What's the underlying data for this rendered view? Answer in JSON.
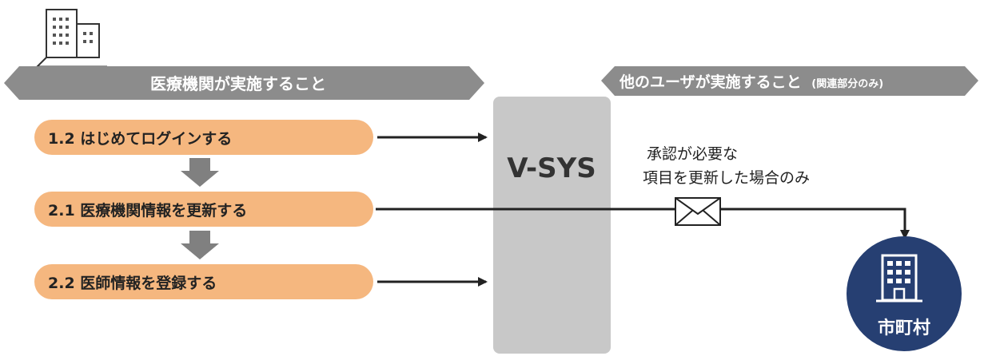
{
  "left_banner": {
    "label": "医療機関が実施すること"
  },
  "right_banner": {
    "label": "他のユーザが実施すること",
    "suffix": "(関連部分のみ)"
  },
  "steps": [
    {
      "label": "1.2 はじめてログインする"
    },
    {
      "label": "2.1 医療機関情報を更新する"
    },
    {
      "label": "2.2 医師情報を登録する"
    }
  ],
  "system": {
    "label": "V-SYS"
  },
  "note": {
    "line1": "承認が必要な",
    "line2": "項目を更新した場合のみ"
  },
  "municipality": {
    "label": "市町村"
  },
  "icons": {
    "hospital_building": "building-icon",
    "mail": "envelope-icon",
    "municipality_building": "building-icon"
  },
  "colors": {
    "step_fill": "#F5B77F",
    "banner_fill": "#8C8C8C",
    "system_fill": "#C8C8C8",
    "arrow": "#222222",
    "down_arrow": "#808080",
    "circle_fill": "#263F72"
  }
}
